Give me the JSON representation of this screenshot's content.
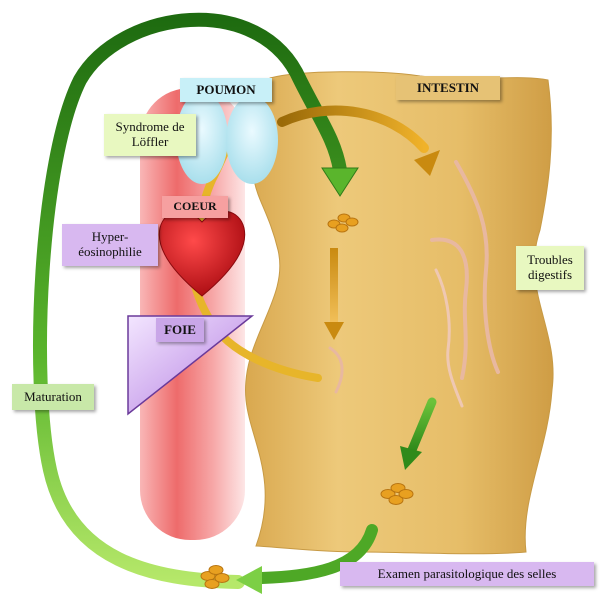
{
  "labels": {
    "poumon": "POUMON",
    "intestin": "INTESTIN",
    "syndrome_line1": "Syndrome de",
    "syndrome_line2": "Löffler",
    "coeur": "COEUR",
    "hyper_line1": "Hyper-",
    "hyper_line2": "éosinophilie",
    "foie": "FOIE",
    "troubles_line1": "Troubles",
    "troubles_line2": "digestifs",
    "maturation": "Maturation",
    "examen": "Examen parasitologique des selles"
  },
  "colors": {
    "intestine": "#e2b862",
    "vessel": "#f07a7a",
    "lung": "#bfe9f2",
    "heart": "#d8121a",
    "liver": "#c9a6e8",
    "green_arrow": "#2f8a1a",
    "orange_arrow": "#c98a10",
    "worm": "#e8b8a0",
    "egg": "#e8a020",
    "label_green_bg": "#e8f8c0",
    "label_purple_bg": "#d8b8f0",
    "label_cyan_bg": "#c8f0f8"
  },
  "icons": [
    "lung-icon",
    "heart-icon",
    "liver-triangle-icon",
    "egg-cluster-icon",
    "worm-icon"
  ]
}
